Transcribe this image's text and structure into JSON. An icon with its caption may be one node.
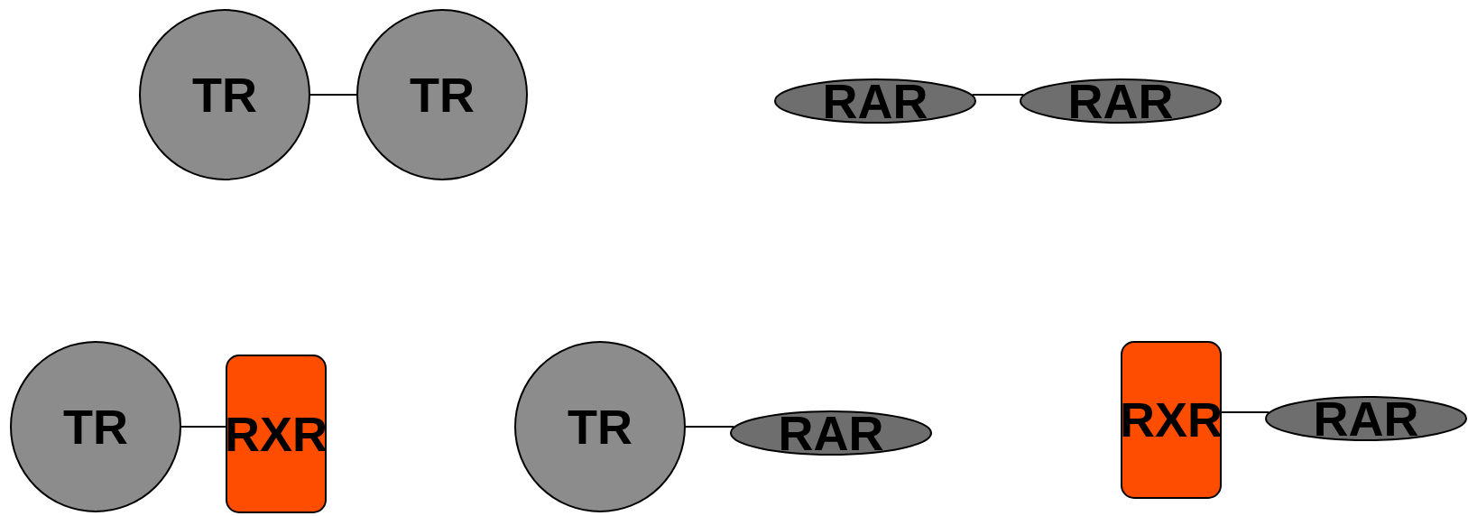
{
  "diagram": {
    "nodes": [
      {
        "text": [
          "TR"
        ]
      },
      {
        "text": [
          "TR"
        ]
      },
      {
        "text": [
          "RAR"
        ]
      },
      {
        "text": [
          "RAR"
        ]
      },
      {
        "text": [
          "TR"
        ]
      },
      {
        "text": [
          "RXR"
        ]
      },
      {
        "text": [
          "TR"
        ]
      },
      {
        "text": [
          "RAR"
        ]
      },
      {
        "text": [
          "RXR"
        ]
      },
      {
        "text": [
          "RAR"
        ]
      }
    ],
    "edges": [
      {
        "from": 0,
        "to": 1,
        "arrow": "none"
      },
      {
        "from": 2,
        "to": 3,
        "arrow": "none"
      },
      {
        "from": 4,
        "to": 5,
        "arrow": "none"
      },
      {
        "from": 6,
        "to": 7,
        "arrow": "none"
      },
      {
        "from": 8,
        "to": 9,
        "arrow": "none"
      }
    ]
  }
}
